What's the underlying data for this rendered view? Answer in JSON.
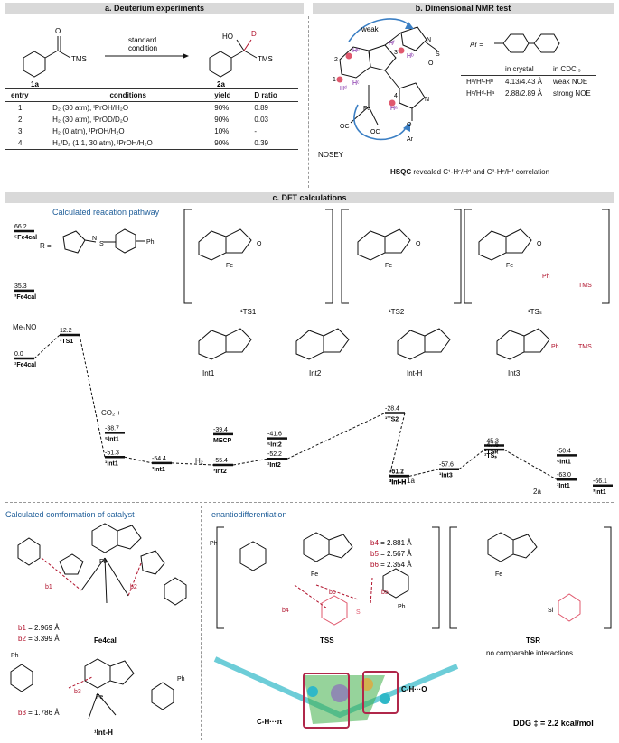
{
  "headers": {
    "a": "a. Deuterium experiments",
    "b": "b. Dimensional NMR test",
    "c": "c. DFT calculations"
  },
  "panel_a": {
    "reactant_label": "1a",
    "reactant_group": "TMS",
    "product_label": "2a",
    "product_group": "TMS",
    "product_ho": "HO",
    "product_d": "D",
    "arrow_top": "standard",
    "arrow_bottom": "condition",
    "columns": [
      "entry",
      "conditions",
      "yield",
      "D ratio"
    ],
    "rows": [
      {
        "entry": "1",
        "conditions": "D₂ (30 atm), ᴵPrOH/H₂O",
        "yield": "90%",
        "d_ratio": "0.89"
      },
      {
        "entry": "2",
        "conditions": "H₂ (30 atm), ᴵPrOD/D₂O",
        "yield": "90%",
        "d_ratio": "0.03"
      },
      {
        "entry": "3",
        "conditions": "H₂ (0 atm), ᴵPrOH/H₂O",
        "yield": "10%",
        "d_ratio": "-"
      },
      {
        "entry": "4",
        "conditions": "H₂/D₂ (1:1, 30 atm), ᴵPrOH/H₂O",
        "yield": "90%",
        "d_ratio": "0.39"
      }
    ]
  },
  "panel_b": {
    "weak": "weak",
    "nosey": "NOSEY",
    "ar_def": "Ar =",
    "col_crystal": "in crystal",
    "col_cdcl3": "in CDCl₃",
    "rows": [
      {
        "pair": "Hᵃ/Hᶠ-Hᵇ",
        "crystal": "4.13/4.43 Å",
        "cdcl3": "weak NOE"
      },
      {
        "pair": "Hᶜ/Hᵈ-Hᵃ",
        "crystal": "2.88/2.89 Å",
        "cdcl3": "strong NOE"
      }
    ],
    "hsqc_bold": "HSQC",
    "hsqc_rest": " revealed C¹-Hᶜ/Hᵈ and C²-Hᵉ/Hᶠ correlation",
    "atom_labels": [
      "1",
      "2",
      "3",
      "4",
      "Hᵃ",
      "Hᵇ",
      "Hᶜ",
      "Hᵈ",
      "Hᵉ",
      "Hᶠ",
      "OC",
      "OC",
      "Fe",
      "Ar",
      "N",
      "N",
      "S",
      "O",
      "O"
    ]
  },
  "panel_c": {
    "pathway_title": "Calculated reacation pathway",
    "r_def": "R =",
    "conformation_title": "Calculated comformation of catalyst",
    "enantio_title": "enantiodifferentiation",
    "ts_labels": [
      "¹TS1",
      "¹TS2",
      "¹TSₛ"
    ],
    "int_labels": [
      "Int1",
      "Int2",
      "Int-H",
      "Int3"
    ],
    "tms": "TMS",
    "ph": "Ph",
    "co2": "CO₂ +",
    "me3no": "Me₃NO",
    "h2": "H₂",
    "one_a": "1a",
    "two_a": "2a",
    "levels": [
      {
        "value": "66.2",
        "label": "⁵Fe4cal"
      },
      {
        "value": "35.3",
        "label": "³Fe4cal"
      },
      {
        "value": "0.0",
        "label": "¹Fe4cal"
      },
      {
        "value": "12.2",
        "label": "¹TS1"
      },
      {
        "value": "-38.7",
        "label": "⁵Int1"
      },
      {
        "value": "-51.3",
        "label": "¹Int1"
      },
      {
        "value": "-54.4",
        "label": "³Int1"
      },
      {
        "value": "-39.4",
        "label": "MECP"
      },
      {
        "value": "-55.4",
        "label": "³Int2"
      },
      {
        "value": "-41.6",
        "label": "⁵Int2"
      },
      {
        "value": "-52.2",
        "label": "¹Int2"
      },
      {
        "value": "-28.4",
        "label": "¹TS2"
      },
      {
        "value": "-61.1",
        "label": "³Int-H"
      },
      {
        "value": "-61.2",
        "label": "¹Int-H"
      },
      {
        "value": "-57.6",
        "label": "¹Int3"
      },
      {
        "value": "-45.3",
        "label": "¹TSʀ"
      },
      {
        "value": "-47.5",
        "label": "¹TSₛ"
      },
      {
        "value": "-50.4",
        "label": "⁵Int1"
      },
      {
        "value": "-63.0",
        "label": "¹Int1"
      },
      {
        "value": "-66.1",
        "label": "³Int1"
      }
    ],
    "fe4_bonds": [
      {
        "name": "b1",
        "value": "2.969 Å"
      },
      {
        "name": "b2",
        "value": "3.399 Å"
      }
    ],
    "fe4_label": "Fe4cal",
    "inth_bond": {
      "name": "b3",
      "value": "1.786 Å"
    },
    "inth_label": "¹Int-H",
    "tss_bonds": [
      {
        "name": "b4",
        "value": "2.881 Å"
      },
      {
        "name": "b5",
        "value": "2.567 Å"
      },
      {
        "name": "b6",
        "value": "2.354 Å"
      }
    ],
    "tss_label": "TSS",
    "tsr_label": "TSR",
    "no_interactions": "no comparable interactions",
    "ddg": "DDG ‡ = 2.2 kcal/mol",
    "ch_pi": "C-H···π",
    "ch_o": "C-H···O"
  }
}
